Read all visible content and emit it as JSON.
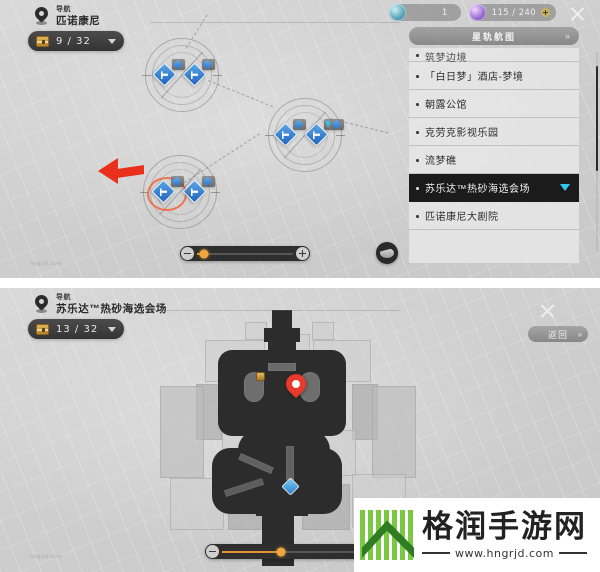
{
  "top_panel": {
    "header": {
      "pin_icon": "location-pin-icon",
      "subtitle": "导航",
      "title": "匹诺康尼"
    },
    "chest_counter": {
      "icon": "treasure-chest-icon",
      "value": "9 / 32",
      "caret": "▼"
    },
    "currencies": [
      {
        "icon": "stellar-jade-orb-icon",
        "value": "1"
      },
      {
        "icon": "trailblaze-power-orb-icon",
        "value": "115 / 240",
        "plus": "+"
      }
    ],
    "close_label": "×",
    "route_button": {
      "label": "星轨航图",
      "chevron": "»"
    },
    "list": [
      {
        "label": "筑梦边境",
        "selected": false,
        "clipped": true
      },
      {
        "label": "「白日梦」酒店-梦境",
        "selected": false
      },
      {
        "label": "朝露公馆",
        "selected": false
      },
      {
        "label": "克劳克影视乐园",
        "selected": false
      },
      {
        "label": "流梦礁",
        "selected": false
      },
      {
        "label": "苏乐达™热砂海选会场",
        "selected": true,
        "caret": "▼"
      },
      {
        "label": "匹诺康尼大剧院",
        "selected": false
      }
    ],
    "zoom_slider": {
      "minus": "−",
      "plus": "+",
      "fill_percent": 7
    },
    "globe_button_icon": "planet-globe-icon",
    "corner_watermark": "hngrjd.com"
  },
  "bottom_panel": {
    "header": {
      "pin_icon": "location-pin-icon",
      "subtitle": "导航",
      "title": "苏乐达™热砂海选会场"
    },
    "chest_counter": {
      "icon": "treasure-chest-icon",
      "value": "13 / 32",
      "caret": "▼"
    },
    "close_label": "×",
    "return_button": {
      "label": "返回",
      "chevron": "»"
    },
    "markers": [
      {
        "type": "location-pin-marker",
        "name": "current-position"
      },
      {
        "type": "treasure-chest-marker",
        "name": "chest-marker"
      },
      {
        "type": "teleport-marker",
        "name": "teleport-anchor"
      }
    ],
    "zoom_slider": {
      "minus": "−",
      "plus": "+",
      "fill_percent": 38
    },
    "corner_watermark": "hngrjd.com"
  },
  "watermark": {
    "logo_icon": "grjd-mountain-logo",
    "brand": "格润手游网",
    "url": "www.hngrjd.com"
  },
  "colors": {
    "accent_orange": "#f0a63c",
    "highlight_red": "#e8301a",
    "node_blue": "#2a71c6",
    "select_cyan": "#2fc9ef",
    "panel_dark": "#1b1b1b",
    "brand_green": "#7ac943"
  }
}
